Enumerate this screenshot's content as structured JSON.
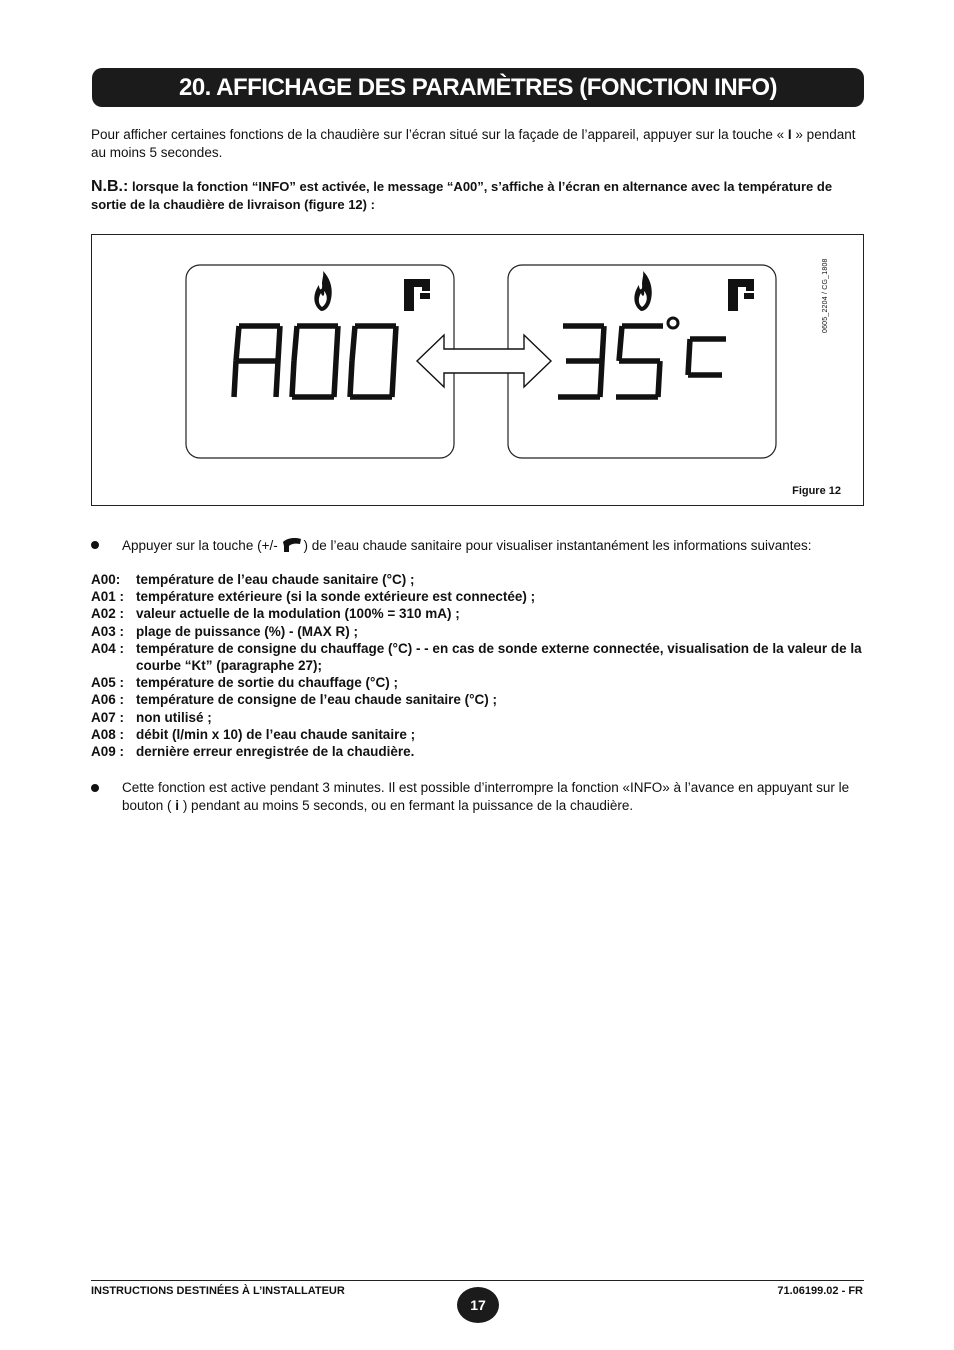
{
  "header": {
    "title": "20. AFFICHAGE DES PARAMÈTRES (FONCTION INFO)"
  },
  "intro": {
    "text_before": "Pour afficher certaines fonctions de la chaudière sur l’écran situé sur la façade de l’appareil, appuyer sur la touche « ",
    "key": "I",
    "text_after": " » pendant au moins 5 secondes."
  },
  "nb": {
    "label": "N.B.:",
    "text": " lorsque la fonction “INFO” est activée, le message “A00”, s’affiche à l’écran en alternance avec la température de sortie de la chaudière de livraison (figure 12) :"
  },
  "figure": {
    "code": "0605_2204 / CG_1808",
    "caption": "Figure 12",
    "left_display": "A00",
    "right_display": "35°C"
  },
  "bullet1": {
    "before": "Appuyer sur la touche (+/- ",
    "after": ") de l’eau chaude sanitaire pour visualiser instantanément les informations suivantes:",
    "icon": "tap-icon"
  },
  "params": [
    {
      "code": "A00:",
      "desc": "température de l’eau chaude sanitaire (°C) ;"
    },
    {
      "code": "A01 :",
      "desc": "température extérieure (si la sonde extérieure est connectée) ;"
    },
    {
      "code": "A02 :",
      "desc": "valeur actuelle de la modulation (100% = 310 mA) ;"
    },
    {
      "code": "A03 :",
      "desc": "plage de puissance (%) -  (MAX R) ;"
    },
    {
      "code": "A04 :",
      "desc": "température de consigne du chauffage (°C) - - en cas de sonde externe connectée, visualisation de la valeur de la courbe “Kt” (paragraphe 27);"
    },
    {
      "code": "A05 :",
      "desc": "température de sortie du chauffage (°C) ;"
    },
    {
      "code": "A06 :",
      "desc": "température de consigne de l’eau chaude sanitaire (°C) ;"
    },
    {
      "code": "A07 :",
      "desc": "non utilisé ;"
    },
    {
      "code": "A08 :",
      "desc": "débit (l/min x 10) de l’eau chaude sanitaire ;"
    },
    {
      "code": "A09 :",
      "desc": "dernière erreur enregistrée de la chaudière."
    }
  ],
  "bullet2": {
    "before": "Cette fonction est active pendant 3 minutes. Il est possible d’interrompre la fonction «INFO» à l’avance en appuyant sur le bouton ( ",
    "key": "i",
    "after": " ) pendant au moins 5 seconds, ou en fermant la puissance de la chaudière."
  },
  "footer": {
    "left": "INSTRUCTIONS DESTINÉES À L’INSTALLATEUR",
    "page": "17",
    "right": "71.06199.02 - FR"
  }
}
